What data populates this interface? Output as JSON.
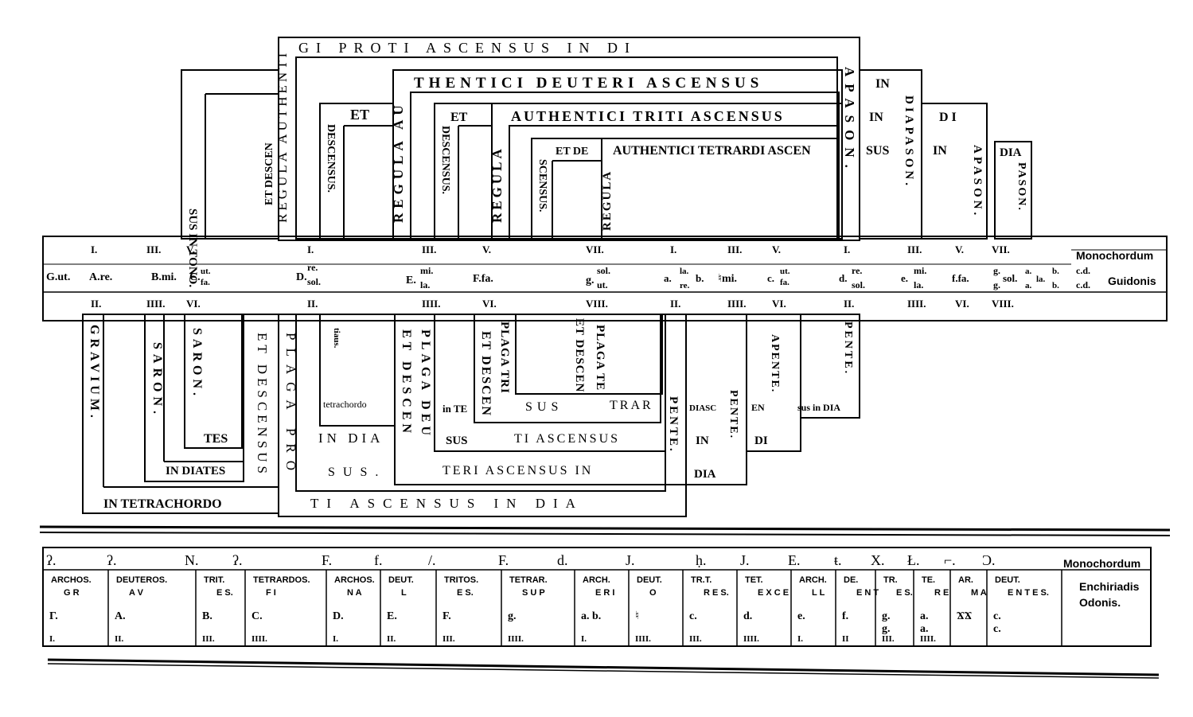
{
  "upper_brackets": {
    "proti_ascensus": "GI PROTI ASCENSUS IN DI",
    "apason": "APASON.",
    "regula_authenti": "REGULA AUTHENTI",
    "et_descen_top": "ET DESCEN",
    "sus_in_tono": "SUS IN TONO.",
    "deuteri_ascensus": "THENTICI DEUTERI ASCENSUS",
    "regula_au": "REGULA AU",
    "et_1": "ET",
    "descensus_1": "DESCENSUS.",
    "in_1": "IN",
    "in_2": "IN",
    "sus_1": "SUS",
    "diapason_1": "DIAPASON.",
    "triti_ascensus": "AUTHENTICI TRITI ASCENSUS",
    "regula_1": "REGULA",
    "et_2": "ET",
    "descensus_2": "DESCENSUS.",
    "di_1": "DI",
    "in_3": "IN",
    "apason_2": "APASON.",
    "tetrardi_ascen": "AUTHENTICI TETRARDI ASCEN",
    "regula_2": "REGULA",
    "et_de": "ET DE",
    "scensus": "SCENSUS.",
    "dia_1": "DIA",
    "pason_1": "PASON."
  },
  "monochord_guidonis": {
    "title_line1": "Monochordum",
    "title_line2": "Guidonis",
    "upper_numerals": [
      {
        "t": "I."
      },
      {
        "t": "III."
      },
      {
        "t": "V."
      },
      {
        "t": "I."
      },
      {
        "t": "III."
      },
      {
        "t": "V."
      },
      {
        "t": "VII."
      },
      {
        "t": "I."
      },
      {
        "t": "III."
      },
      {
        "t": "V."
      },
      {
        "t": "I."
      },
      {
        "t": "III."
      },
      {
        "t": "V."
      },
      {
        "t": "VII."
      }
    ],
    "notes": [
      {
        "t": "G.ut."
      },
      {
        "t": "A.re."
      },
      {
        "t": "B.mi."
      },
      {
        "t": "C."
      },
      {
        "t": "ut."
      },
      {
        "t": "fa."
      },
      {
        "t": "D."
      },
      {
        "t": "re."
      },
      {
        "t": "sol."
      },
      {
        "t": "E."
      },
      {
        "t": "mi."
      },
      {
        "t": "la."
      },
      {
        "t": "F.fa."
      },
      {
        "t": "g."
      },
      {
        "t": "sol."
      },
      {
        "t": "ut."
      },
      {
        "t": "a."
      },
      {
        "t": "la."
      },
      {
        "t": "re."
      },
      {
        "t": "b."
      },
      {
        "t": "♮mi."
      },
      {
        "t": "c."
      },
      {
        "t": "ut."
      },
      {
        "t": "fa."
      },
      {
        "t": "d."
      },
      {
        "t": "re."
      },
      {
        "t": "sol."
      },
      {
        "t": "e."
      },
      {
        "t": "mi."
      },
      {
        "t": "la."
      },
      {
        "t": "f.fa."
      },
      {
        "t": "g."
      },
      {
        "t": "g."
      },
      {
        "t": "sol."
      },
      {
        "t": "a."
      },
      {
        "t": "a."
      },
      {
        "t": "la."
      },
      {
        "t": "b."
      },
      {
        "t": "b."
      },
      {
        "t": "c.d."
      },
      {
        "t": "c.d."
      }
    ],
    "lower_numerals": [
      {
        "t": "II."
      },
      {
        "t": "IIII."
      },
      {
        "t": "VI."
      },
      {
        "t": "II."
      },
      {
        "t": "IIII."
      },
      {
        "t": "VI."
      },
      {
        "t": "VIII."
      },
      {
        "t": "II."
      },
      {
        "t": "IIII."
      },
      {
        "t": "VI."
      },
      {
        "t": "II."
      },
      {
        "t": "IIII."
      },
      {
        "t": "VI."
      },
      {
        "t": "VIII."
      }
    ]
  },
  "lower_brackets": {
    "gravium": "GRAVIUM.",
    "saron_1": "SARON.",
    "saron_2": "SARON.",
    "tes": "TES",
    "in_diates": "IN DIATES",
    "in_tetrachordo": "IN TETRACHORDO",
    "et_descensus": "ET DESCENSUS",
    "plaga_pro": "PLAGA PRO",
    "tiaus": "tiaus.",
    "tetrachordo": "tetrachordo",
    "in_dia_1": "IN DIA",
    "sus_2": "SUS.",
    "ti_ascensus_in_dia": "TI ASCENSUS IN DIA",
    "et_descen_1": "ET DESCEN",
    "plaga_deu": "PLAGA DEU",
    "sus_3": "SUS",
    "teri_ascensus_in": "TERI ASCENSUS IN",
    "et_descen_2": "ET DESCEN",
    "plaga_tri": "PLAGA TRI",
    "in_te": "in TE",
    "ti_ascensus": "TI ASCENSUS",
    "et_descen_3": "ET DESCEN",
    "plaga_te": "PLAGA TE",
    "sus_4": "SUS",
    "trar": "TRAR",
    "pente_1": "PENTE.",
    "diasc": "DIASC",
    "in_4": "IN",
    "dia_2": "DIA",
    "pente_2": "PENTE.",
    "en": "EN",
    "di_2": "DI",
    "apente": "APENTE.",
    "sus_in_dia": "sus in DIA",
    "pente_3": "PENTE."
  },
  "monochord_odonis": {
    "title": "Monochordum",
    "side_line1": "Enchiriadis",
    "side_line2": "Odonis.",
    "neumes": [
      {
        "t": "ʔ."
      },
      {
        "t": "ʔ."
      },
      {
        "t": "N."
      },
      {
        "t": "ʔ."
      },
      {
        "t": "F."
      },
      {
        "t": "f."
      },
      {
        "t": "/."
      },
      {
        "t": "F."
      },
      {
        "t": "d."
      },
      {
        "t": "J."
      },
      {
        "t": "ḥ."
      },
      {
        "t": "J."
      },
      {
        "t": "E."
      },
      {
        "t": "ŧ."
      },
      {
        "t": "X."
      },
      {
        "t": "Ł."
      },
      {
        "t": "⌐."
      },
      {
        "t": "Ɔ."
      }
    ],
    "columns": [
      {
        "h1": "ARCHOS.",
        "h2": "G R",
        "n": "Γ.",
        "r": "I."
      },
      {
        "h1": "DEUTEROS.",
        "h2": "A V",
        "n": "A.",
        "r": "II."
      },
      {
        "h1": "TRIT.",
        "h2": "E S.",
        "n": "B.",
        "r": "III."
      },
      {
        "h1": "TETRARDOS.",
        "h2": "F I",
        "n": "C.",
        "r": "IIII."
      },
      {
        "h1": "ARCHOS.",
        "h2": "N A",
        "n": "D.",
        "r": "I."
      },
      {
        "h1": "DEUT.",
        "h2": "L",
        "n": "E.",
        "r": "II."
      },
      {
        "h1": "TRITOS.",
        "h2": "E S.",
        "n": "F.",
        "r": "III."
      },
      {
        "h1": "TETRAR.",
        "h2": "S U P",
        "n": "g.",
        "r": "IIII."
      },
      {
        "h1": "ARCH.",
        "h2": "E R I",
        "n": "a. b.",
        "r": "I."
      },
      {
        "h1": "DEUT.",
        "h2": "O",
        "n": "♮",
        "r": "IIII."
      },
      {
        "h1": "TR.T.",
        "h2": "R E S.",
        "n": "c.",
        "r": "III."
      },
      {
        "h1": "TET.",
        "h2": "E X C E",
        "n": "d.",
        "r": "IIII."
      },
      {
        "h1": "ARCH.",
        "h2": "L L",
        "n": "e.",
        "r": "I."
      },
      {
        "h1": "DE.",
        "h2": "E N T",
        "n": "f.",
        "r": "II"
      },
      {
        "h1": "TR.",
        "h2": "E S.",
        "n": "g.",
        "n2": "g.",
        "r": "III."
      },
      {
        "h1": "TE.",
        "h2": "R E",
        "n": "a.",
        "n2": "a.",
        "r": "IIII."
      },
      {
        "h1": "AR.",
        "h2": "M A",
        "n": "ϪϪ",
        "r": ""
      },
      {
        "h1": "DEUT.",
        "h2": "E N T E S.",
        "n": "c.",
        "n2": "c.",
        "r": ""
      }
    ]
  }
}
